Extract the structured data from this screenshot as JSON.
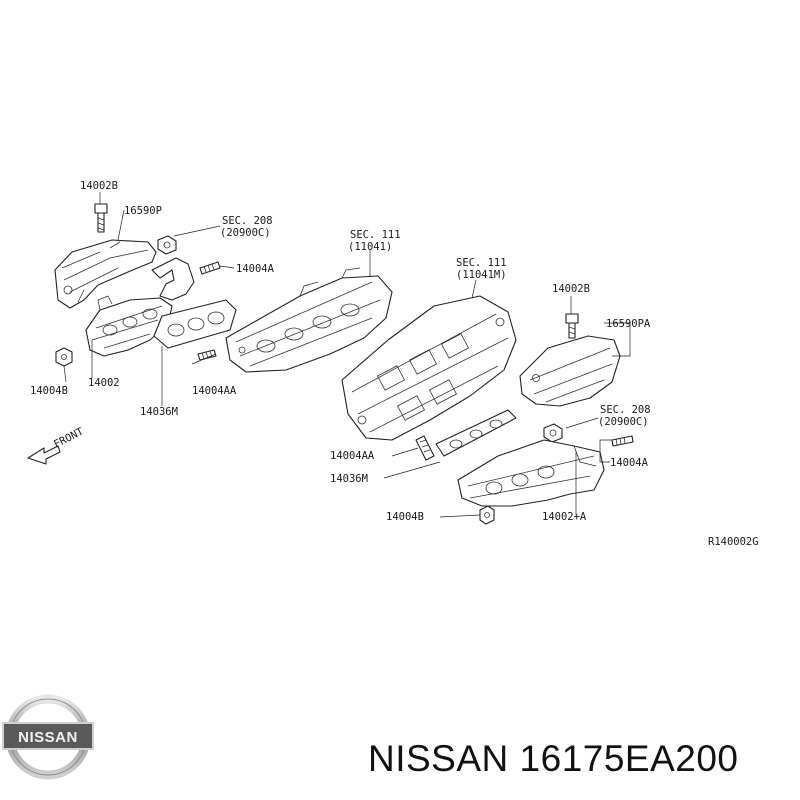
{
  "labels": {
    "l1": "14002B",
    "l2": "16590P",
    "l3": "SEC. 208",
    "l4": "(20900C)",
    "l5": "14004A",
    "l6": "14004B",
    "l7": "14002",
    "l8": "14004AA",
    "l9": "14036M",
    "l10": "SEC. 111",
    "l11": "(11041)",
    "l12": "SEC. 111",
    "l13": "(11041M)",
    "l14": "14002B",
    "l15": "16590PA",
    "l16": "SEC. 208",
    "l17": "(20900C)",
    "l18": "14004A",
    "l19": "14004AA",
    "l20": "14036M",
    "l21": "14004B",
    "l22": "14002+A",
    "front": "FRONT",
    "ref": "R140002G"
  },
  "brand": {
    "logo_text": "NISSAN",
    "title": "NISSAN 16175EA200"
  }
}
